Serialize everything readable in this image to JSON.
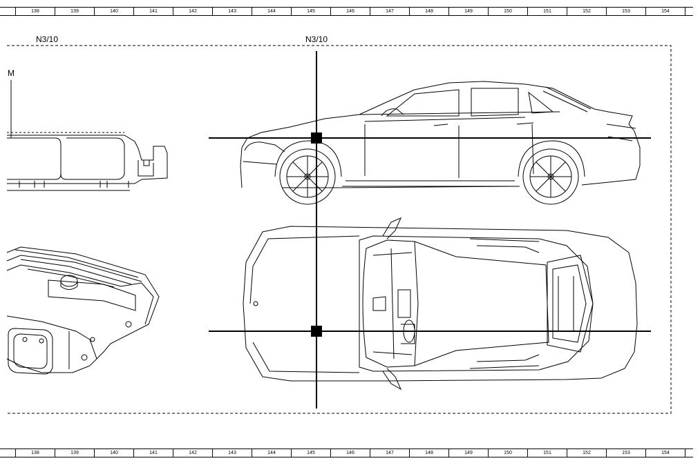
{
  "ruler": {
    "top": [
      "138",
      "139",
      "140",
      "141",
      "142",
      "143",
      "144",
      "145",
      "146",
      "147",
      "148",
      "149",
      "150",
      "151",
      "152",
      "153",
      "154"
    ],
    "bottom": [
      "138",
      "139",
      "140",
      "141",
      "142",
      "143",
      "144",
      "145",
      "146",
      "147",
      "148",
      "149",
      "150",
      "151",
      "152",
      "153",
      "154"
    ]
  },
  "labels": {
    "component_left": "N3/10",
    "component_center": "N3/10",
    "view_marker": "M"
  },
  "colors": {
    "line": "#000000",
    "background": "#ffffff"
  }
}
